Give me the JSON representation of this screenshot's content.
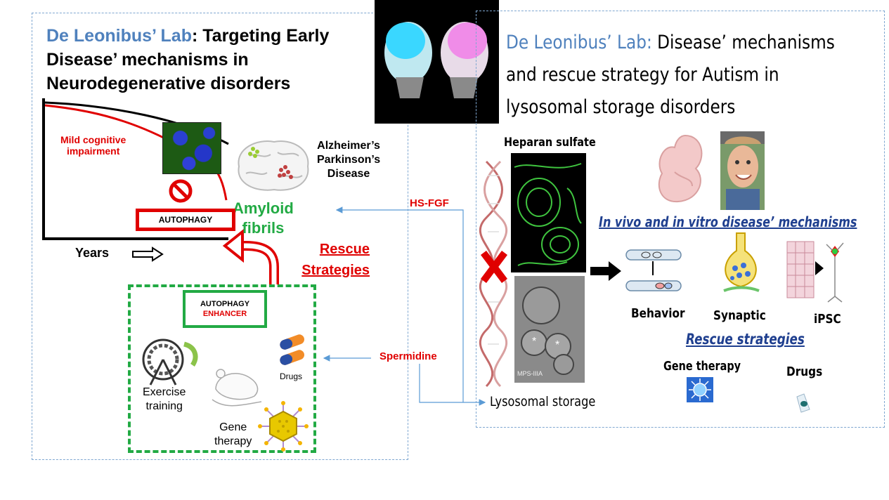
{
  "left_panel": {
    "title_lab": "De Leonibus’ Lab",
    "title_rest_line1": ": Targeting Early",
    "title_line2": "Disease’ mechanisms in",
    "title_line3": "Neurodegenerative disorders",
    "mci_label_line1": "Mild cognitive",
    "mci_label_line2": "impairment",
    "disease_line1": "Alzheimer’s",
    "disease_line2": "Parkinson’s",
    "disease_line3": "Disease",
    "amyloid_line1": "Amyloid",
    "amyloid_line2": "fibrils",
    "autophagy_box": "AUTOPHAGY",
    "years_label": "Years",
    "rescue_line1": "Rescue",
    "rescue_line2": "Strategies",
    "enhancer_line1": "AUTOPHAGY",
    "enhancer_line2": "ENHANCER",
    "exercise_line1": "Exercise",
    "exercise_line2": "training",
    "drugs_label": "Drugs",
    "gene_line1": "Gene",
    "gene_line2": "therapy"
  },
  "connectors": {
    "hsfgf": "HS-FGF",
    "spermidine": "Spermidine",
    "lysosomal_storage": "Lysosomal storage"
  },
  "right_panel": {
    "title_lab": "De Leonibus’ Lab:",
    "title_rest_line1": " Disease’ mechanisms",
    "title_line2": "and rescue strategy for Autism in",
    "title_line3": "lysosomal storage disorders",
    "heparan_label": "Heparan sulfate",
    "em_label": "MPS-IIIA",
    "in_vivo_label": "In vivo and in vitro disease’ mechanisms",
    "behavior_label": "Behavior",
    "synaptic_label": "Synaptic",
    "ipsc_label": "iPSC",
    "rescue_label": "Rescue strategies",
    "gene_therapy_label": "Gene therapy",
    "drugs_label": "Drugs"
  },
  "colors": {
    "lab_blue": "#4f81bd",
    "red": "#e00000",
    "green": "#22aa44",
    "navy": "#1f3f8f",
    "connector_blue": "#5b9bd5"
  }
}
